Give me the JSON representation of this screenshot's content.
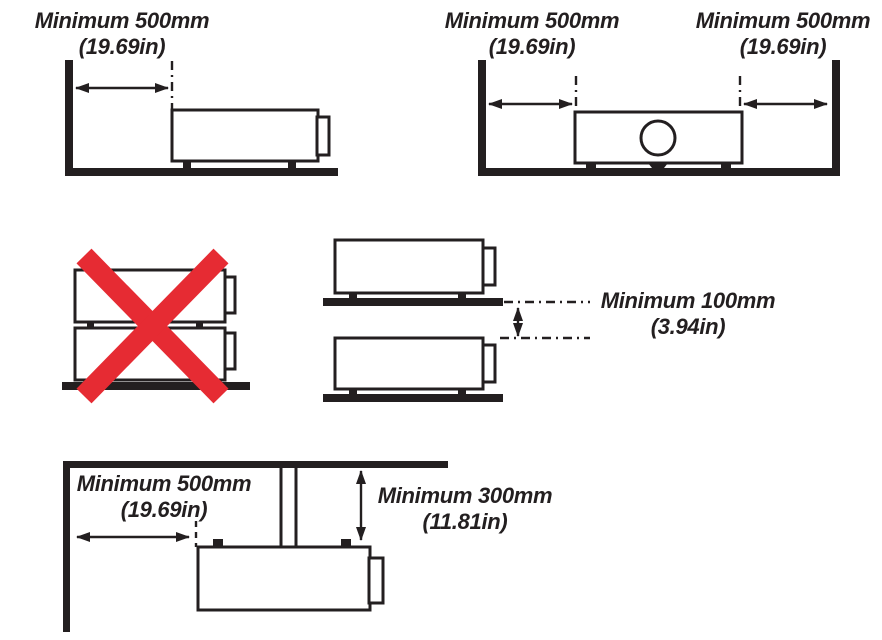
{
  "colors": {
    "line": "#231f20",
    "prohibited": "#e62b33",
    "background": "#ffffff"
  },
  "icons": {
    "prohibited-x": "two crossed thick red diagonal strokes over stacked projectors"
  },
  "scenes": {
    "side_clearance": {
      "line1": "Minimum 500mm",
      "line2": "(19.69in)"
    },
    "front_clearance": {
      "left": {
        "line1": "Minimum 500mm",
        "line2": "(19.69in)"
      },
      "right": {
        "line1": "Minimum 500mm",
        "line2": "(19.69in)"
      }
    },
    "shelf_spacing": {
      "line1": "Minimum 100mm",
      "line2": "(3.94in)"
    },
    "ceiling_mount": {
      "wall": {
        "line1": "Minimum 500mm",
        "line2": "(19.69in)"
      },
      "ceiling": {
        "line1": "Minimum 300mm",
        "line2": "(11.81in)"
      }
    }
  }
}
